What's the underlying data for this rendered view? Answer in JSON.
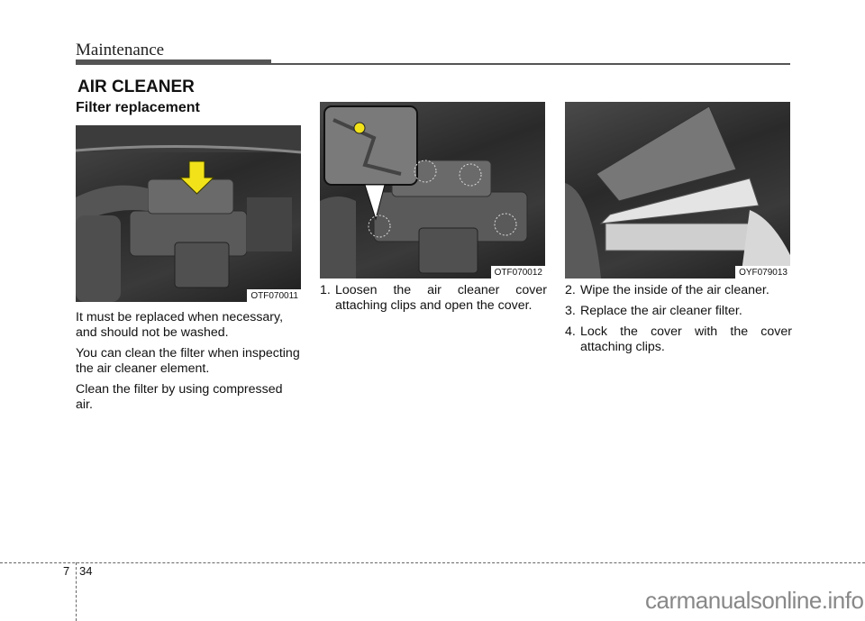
{
  "header": {
    "section": "Maintenance"
  },
  "content": {
    "title": "AIR CLEANER",
    "subtitle": "Filter replacement",
    "figures": [
      {
        "code": "OTF070011",
        "description": "Engine bay with yellow arrow pointing at air cleaner"
      },
      {
        "code": "OTF070012",
        "description": "Air cleaner cover with clips circled and inset of clip release"
      },
      {
        "code": "OYF079013",
        "description": "Air cleaner cover opened, filter being replaced"
      }
    ],
    "paragraphs": [
      "It must be replaced when necessary, and should not be washed.",
      "You can clean the filter when inspecting the air cleaner element.",
      "Clean the filter by using compressed air."
    ],
    "steps": [
      {
        "num": "1.",
        "text": "Loosen the air cleaner cover attaching clips and open the cover."
      },
      {
        "num": "2.",
        "text": "Wipe the inside of the air cleaner."
      },
      {
        "num": "3.",
        "text": "Replace the air cleaner filter."
      },
      {
        "num": "4.",
        "text": "Lock the cover with the cover attaching clips."
      }
    ]
  },
  "colors": {
    "arrow": "#f2e21a",
    "rule": "#555555"
  },
  "footer": {
    "chapter": "7",
    "page": "34",
    "watermark": "carmanualsonline.info"
  }
}
